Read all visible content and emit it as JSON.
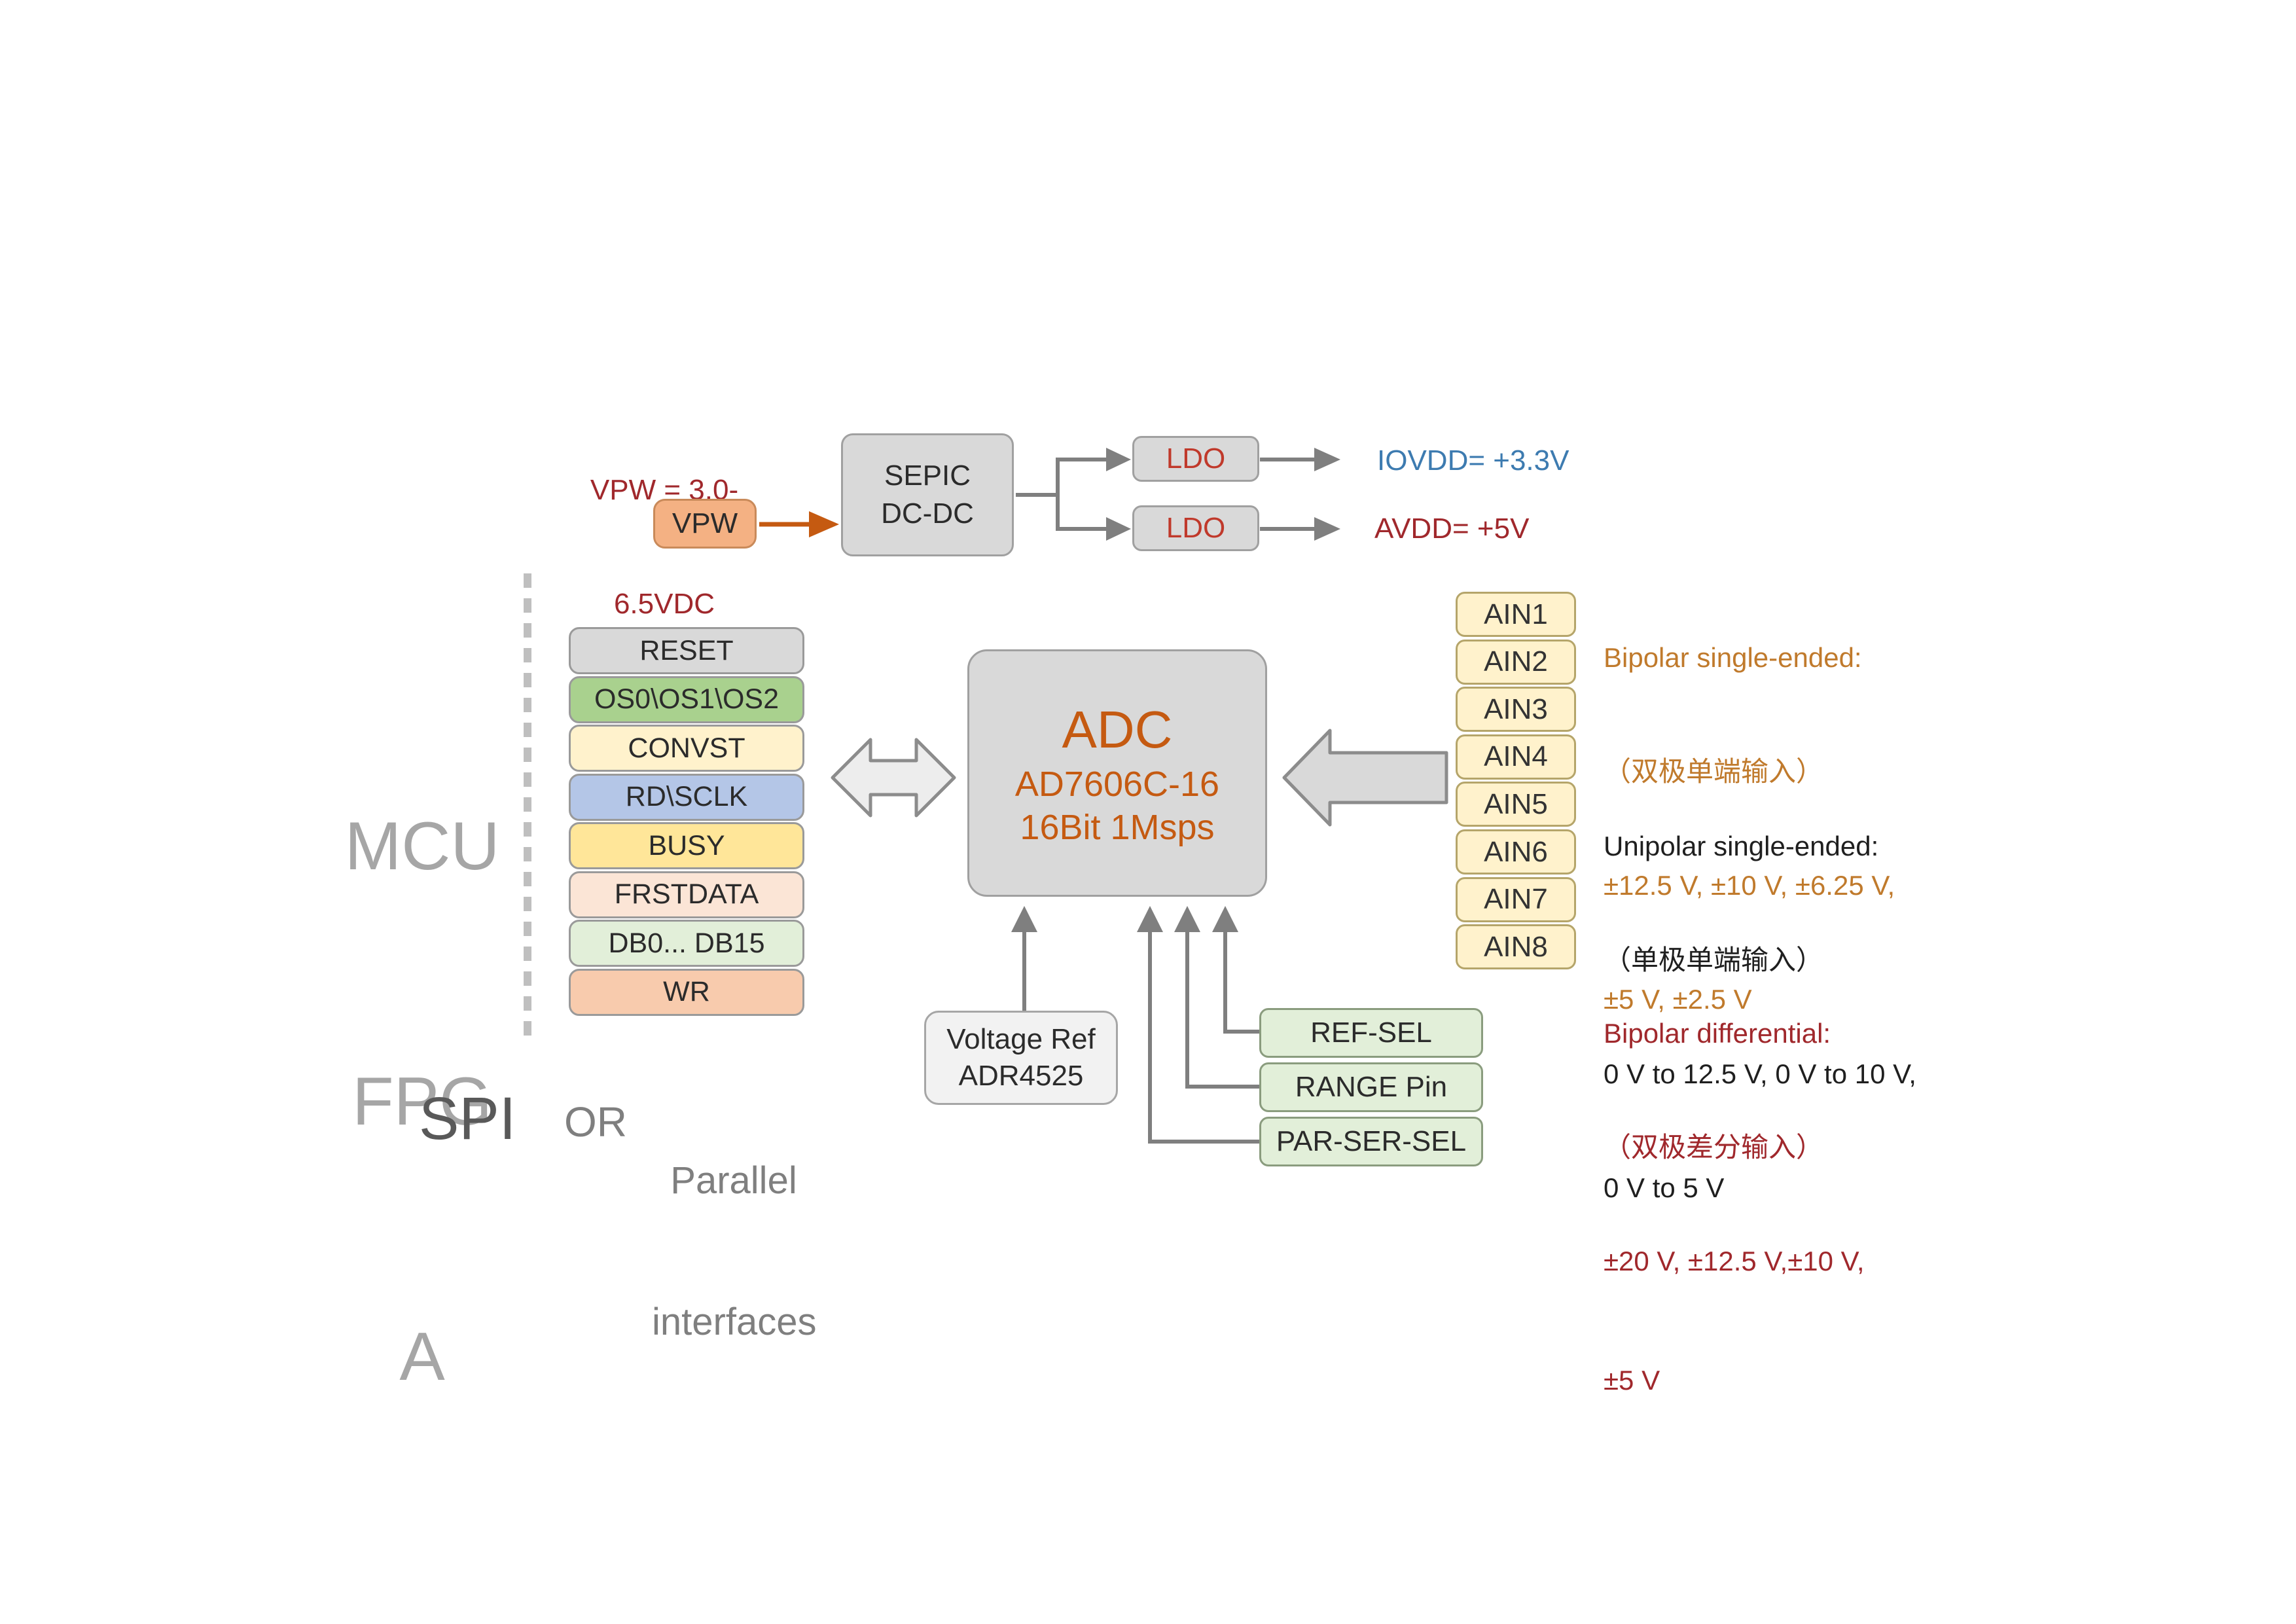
{
  "power": {
    "vpw_range_line1": "VPW = 3.0-",
    "vpw_range_line2": "6.5VDC",
    "vpw_label": "VPW",
    "sepic_line1": "SEPIC",
    "sepic_line2": "DC-DC",
    "ldo1_label": "LDO",
    "ldo2_label": "LDO",
    "iovdd": "IOVDD= +3.3V",
    "avdd": "AVDD= +5V"
  },
  "host": {
    "line1": "MCU",
    "line2": "FPG",
    "line3": "A"
  },
  "signals": [
    "RESET",
    "OS0\\OS1\\OS2",
    "CONVST",
    "RD\\SCLK",
    "BUSY",
    "FRSTDATA",
    "DB0... DB15",
    "WR"
  ],
  "signal_colors": [
    "#d9d9d9",
    "#a9d18e",
    "#fff2cc",
    "#b4c6e7",
    "#ffe699",
    "#fbe5d6",
    "#e2efd9",
    "#f8cbad"
  ],
  "adc": {
    "title": "ADC",
    "part": "AD7606C-16",
    "spec": "16Bit 1Msps"
  },
  "inputs": [
    "AIN1",
    "AIN2",
    "AIN3",
    "AIN4",
    "AIN5",
    "AIN6",
    "AIN7",
    "AIN8"
  ],
  "vref": {
    "line1": "Voltage Ref",
    "line2": "ADR4525"
  },
  "controls": [
    "REF-SEL",
    "RANGE Pin",
    "PAR-SER-SEL"
  ],
  "interface": {
    "spi": "SPI",
    "or": "OR",
    "parallel_line1": "Parallel",
    "parallel_line2": "interfaces"
  },
  "ranges": {
    "bipolar_se_title": "Bipolar single-ended:",
    "bipolar_se_cn": "（双极单端输入）",
    "bipolar_se_values1": "±12.5 V, ±10 V, ±6.25 V,",
    "bipolar_se_values2": "±5 V, ±2.5 V",
    "unipolar_se_title": "Unipolar single-ended:",
    "unipolar_se_cn": "（单极单端输入）",
    "unipolar_se_values1": "0 V to 12.5 V, 0 V to 10 V,",
    "unipolar_se_values2": "0 V to 5 V",
    "bipolar_diff_title": "Bipolar differential:",
    "bipolar_diff_cn": "（双极差分输入）",
    "bipolar_diff_values1": "±20 V, ±12.5 V,±10 V,",
    "bipolar_diff_values2": "±5 V"
  },
  "colors": {
    "dark_red": "#a0282c",
    "orange": "#c55a11",
    "blue": "#3d7bb0",
    "grey_text": "#a6a6a6",
    "arrow_grey": "#7f7f7f",
    "vpw_fill": "#f4b183"
  }
}
